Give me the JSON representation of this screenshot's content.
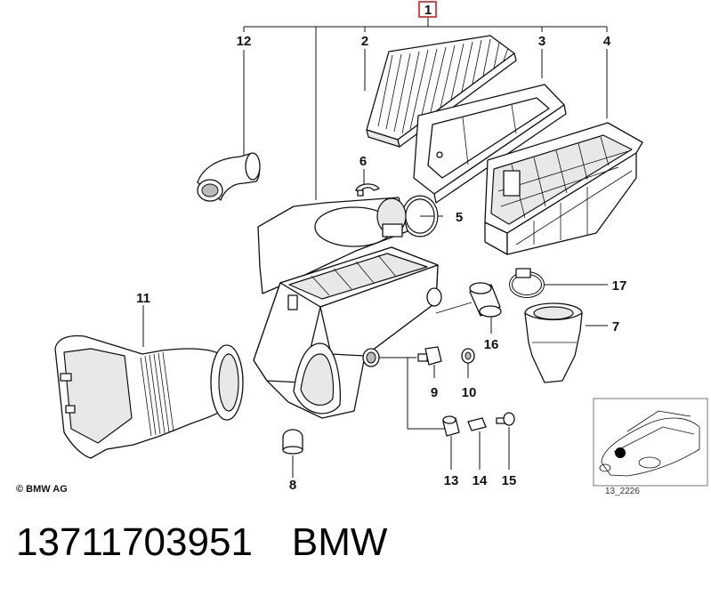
{
  "diagram": {
    "callouts": {
      "c1": "1",
      "c2": "2",
      "c3": "3",
      "c4": "4",
      "c5": "5",
      "c6": "6",
      "c7": "7",
      "c8": "8",
      "c9": "9",
      "c10": "10",
      "c11": "11",
      "c12": "12",
      "c13": "13",
      "c14": "14",
      "c15": "15",
      "c16": "16",
      "c17": "17"
    },
    "highlight_color": "#d11a1a",
    "copyright": "© BMW AG",
    "inset_code": "13_2226"
  },
  "footer": {
    "part_number": "13711703951",
    "brand": "BMW"
  }
}
